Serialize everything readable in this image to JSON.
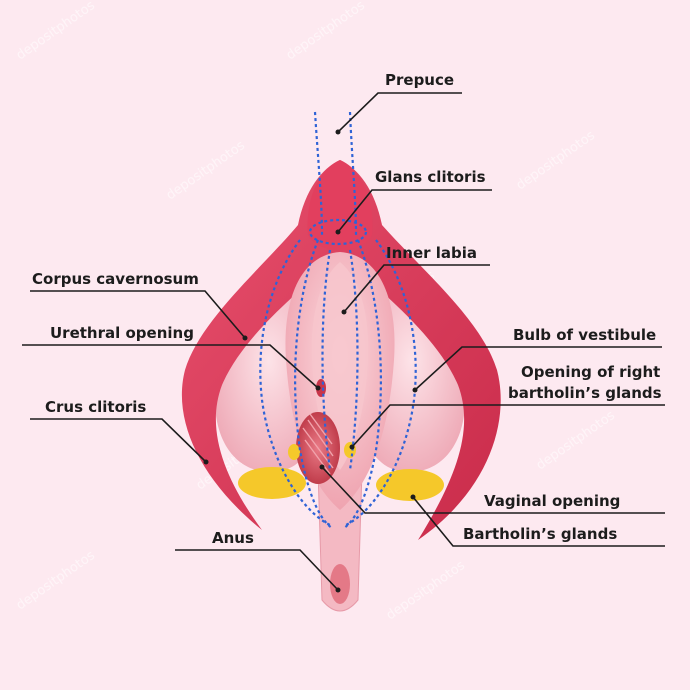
{
  "labels": {
    "prepuce": "Prepuce",
    "glans_clitoris": "Glans clitoris",
    "inner_labia": "Inner labia",
    "corpus_cavernosum": "Corpus cavernosum",
    "urethral_opening": "Urethral opening",
    "bulb_of_vestibule": "Bulb of vestibule",
    "opening_right_bartholin_line1": "Opening of right",
    "opening_right_bartholin_line2": "bartholin’s glands",
    "crus_clitoris": "Crus clitoris",
    "vaginal_opening": "Vaginal opening",
    "bartholins_glands": "Bartholin’s glands",
    "anus": "Anus"
  },
  "watermark": "depositphotos",
  "colors": {
    "background": "#fde9f0",
    "erectile_red": "#df3b5a",
    "erectile_dark": "#b8233f",
    "bulb_pink": "#f6c7cf",
    "labia_pink": "#f3b3bd",
    "gland_yellow": "#f5c82a",
    "dashed_blue": "#2f63d6",
    "vaginal_red": "#c23a48"
  }
}
